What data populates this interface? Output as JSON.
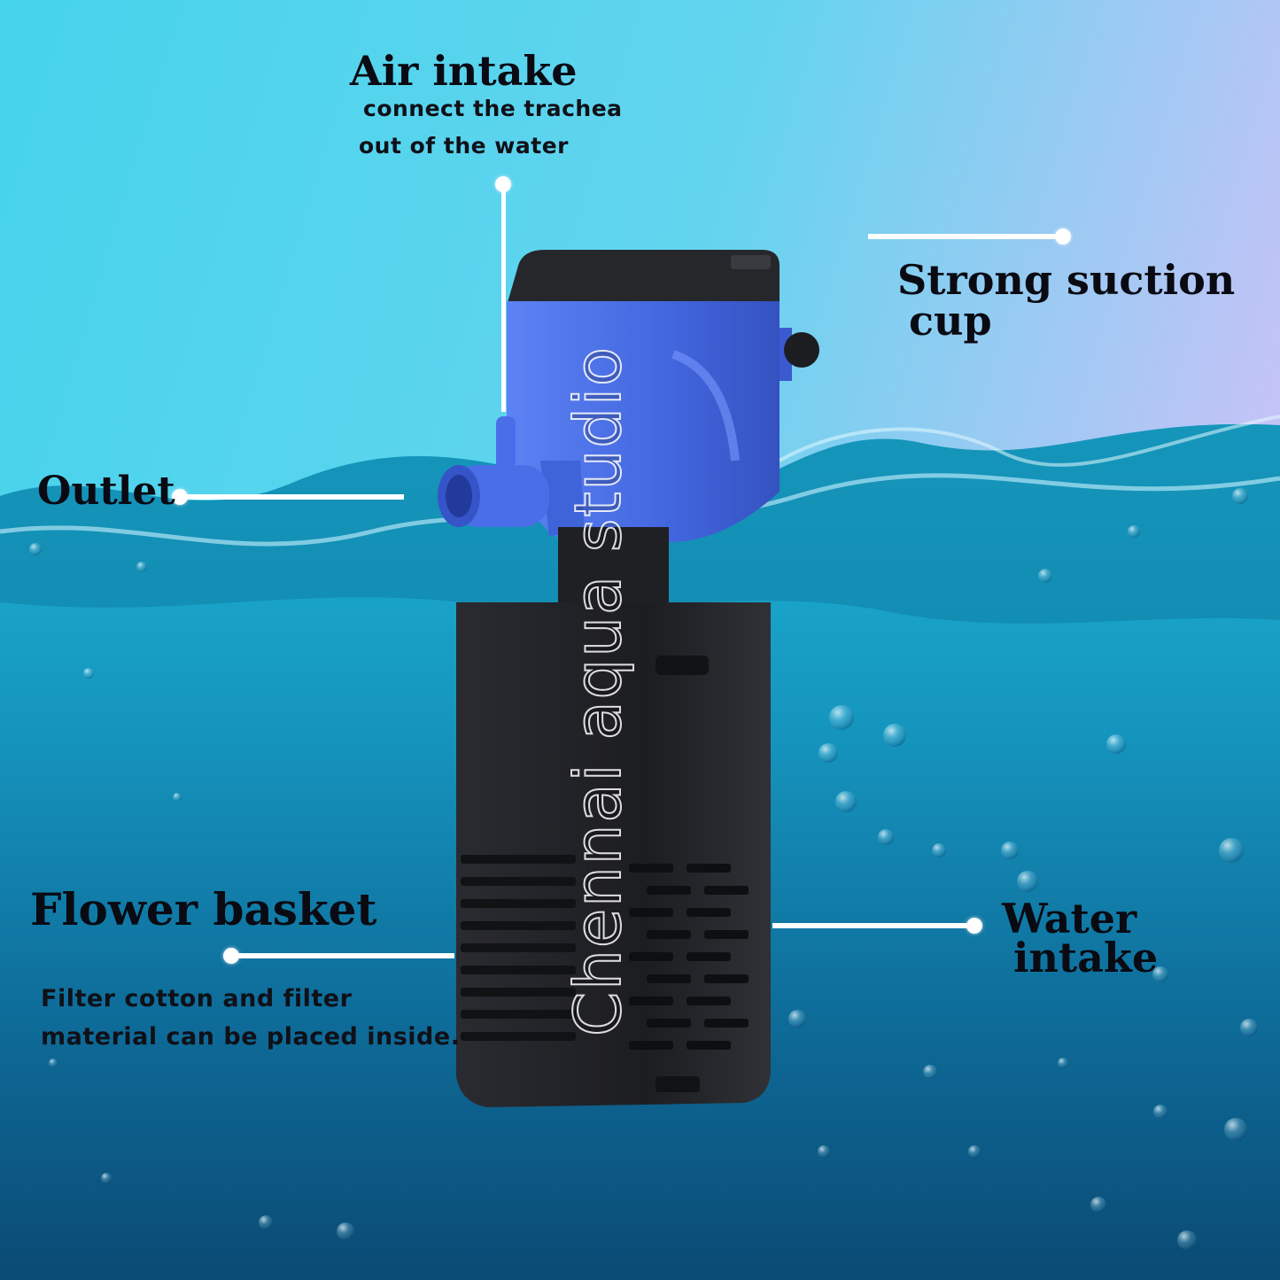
{
  "colors": {
    "sky_top": "#4fd6ee",
    "sky_right": "#b9c6f4",
    "water_deep": "#0b4f7a",
    "water_mid": "#1a9cc2",
    "pump_blue": "#4a6ee8",
    "pump_black": "#1d1e22",
    "label_text": "#0a0a12",
    "callout_line": "#ffffff"
  },
  "labels": {
    "air_intake": {
      "title": "Air intake",
      "line1": "connect the trachea",
      "line2": "out of the water"
    },
    "suction_cup": {
      "line1": "Strong suction",
      "line2": "cup"
    },
    "outlet": {
      "title": "Outlet"
    },
    "flower_basket": {
      "title": "Flower basket",
      "line1": "Filter cotton and filter",
      "line2": "material can be placed inside."
    },
    "water_intake": {
      "line1": "Water",
      "line2": "intake"
    }
  },
  "watermark": "Chennai aqua studio",
  "icons": {
    "product": "aquarium-filter-pump-icon"
  }
}
